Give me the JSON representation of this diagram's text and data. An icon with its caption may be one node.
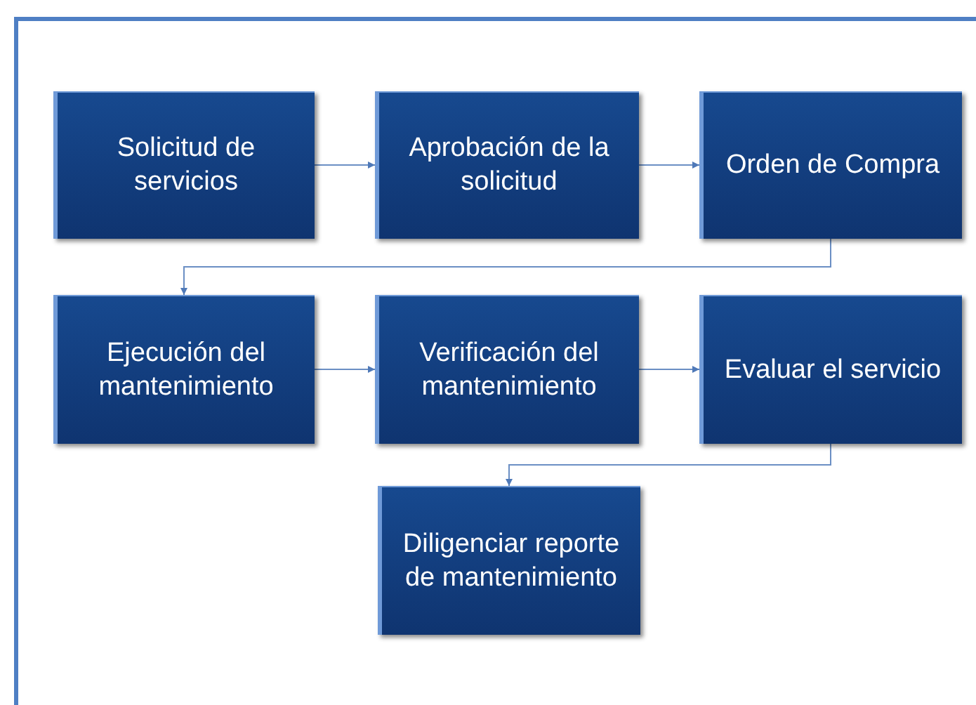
{
  "diagram": {
    "nodes": [
      {
        "text": [
          "Solicitud de servicios"
        ]
      },
      {
        "text": [
          "Aprobación de la solicitud"
        ]
      },
      {
        "text": [
          "Orden de Compra"
        ]
      },
      {
        "text": [
          "Ejecución del mantenimiento"
        ]
      },
      {
        "text": [
          "Verificación del mantenimiento"
        ]
      },
      {
        "text": [
          "Evaluar el servicio"
        ]
      },
      {
        "text": [
          "Diligenciar reporte de mantenimiento"
        ]
      }
    ],
    "edges": [
      {
        "from": 0,
        "to": 1,
        "arrow": "to"
      },
      {
        "from": 1,
        "to": 2,
        "arrow": "to"
      },
      {
        "from": 2,
        "to": 3,
        "arrow": "to"
      },
      {
        "from": 3,
        "to": 4,
        "arrow": "to"
      },
      {
        "from": 4,
        "to": 5,
        "arrow": "to"
      },
      {
        "from": 5,
        "to": 6,
        "arrow": "to"
      }
    ]
  }
}
